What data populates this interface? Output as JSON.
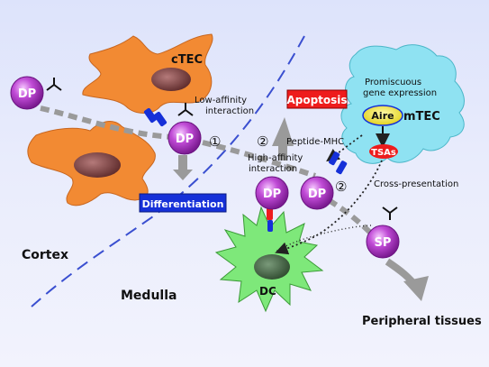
{
  "labels": {
    "ctec": "cTEC",
    "mtec": "mTEC",
    "dc": "DC",
    "cortex": "Cortex",
    "medulla": "Medulla",
    "low_affinity": [
      "Low-affinity",
      "interaction"
    ],
    "high_affinity": [
      "High-affinity",
      "interaction"
    ],
    "promiscuous": [
      "Promiscuous",
      "gene expression"
    ],
    "peptide_mhc": "Peptide-MHC",
    "cross_presentation": "Cross-presentation",
    "peripheral": "Peripheral tissues",
    "aire": "Aire",
    "tsas": "TSAs",
    "apoptosis": "Apoptosis",
    "differentiation": "Differentiation",
    "step1": "①",
    "step2a": "②",
    "step2b": "②"
  },
  "cells": {
    "dp": "DP",
    "sp": "SP"
  },
  "colors": {
    "ctec": "#f28a33",
    "mtec": "#8fe2f2",
    "dc": "#7ee87a",
    "cell_pink": "#c04bd6",
    "apoptosis_bg": "#ee1c1c",
    "differentiation_bg": "#1530d8",
    "arrow_gray": "#9a9a9a",
    "boundary": "#3a4fd0"
  }
}
